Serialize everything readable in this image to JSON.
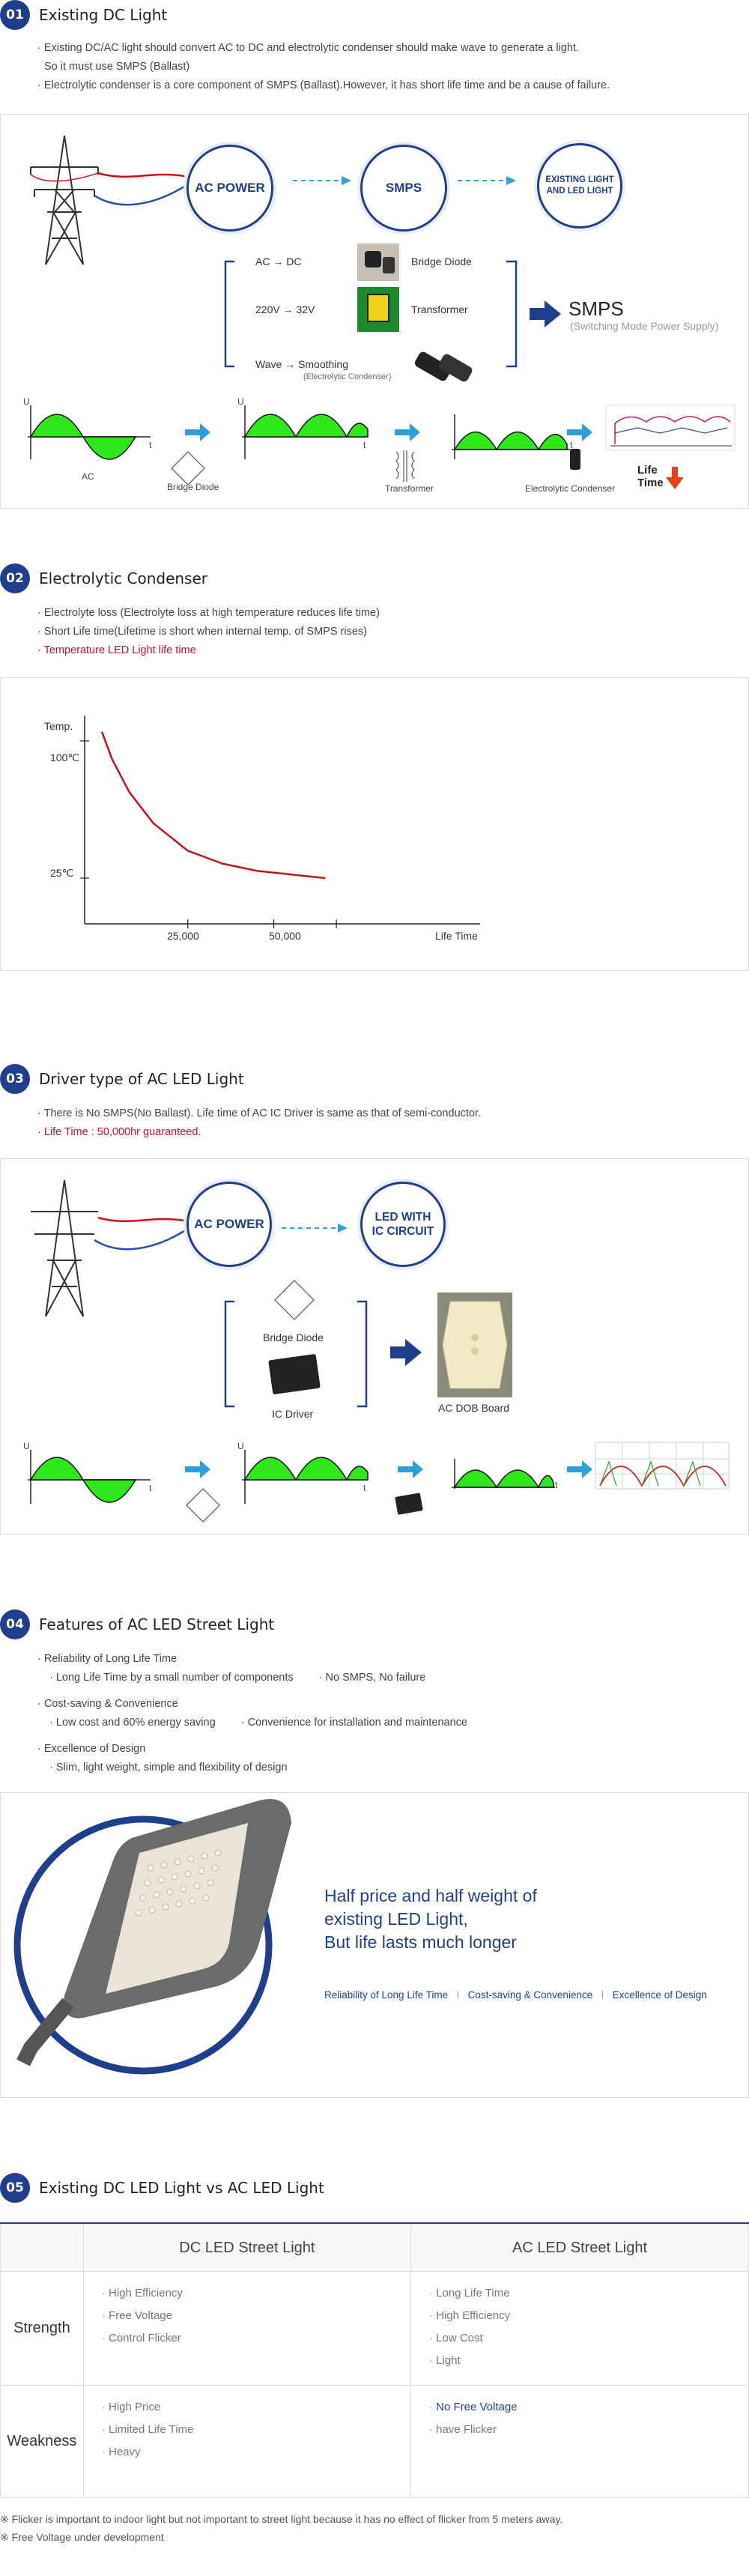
{
  "s1": {
    "num": "01",
    "title": "Existing DC Light",
    "bullets": [
      "Existing DC/AC light should convert AC to DC and electrolytic condenser should make wave to generate a light.",
      "So it must use SMPS (Ballast)",
      "Electrolytic condenser is a core component of SMPS (Ballast).However, it has short life time and be a cause of failure."
    ],
    "circles": {
      "ac_power": "AC POWER",
      "smps": "SMPS",
      "existing_line1": "EXISTING LIGHT",
      "existing_line2": "AND LED LIGHT"
    },
    "steps": [
      {
        "left": "AC → DC",
        "right": "Bridge Diode"
      },
      {
        "left": "220V → 32V",
        "right": "Transformer"
      },
      {
        "left": "Wave  → Smoothing",
        "right": ""
      }
    ],
    "step_sub": "(Electrolytic Condenser)",
    "smps_big": "SMPS",
    "smps_sub": "(Switching Mode Power Supply)",
    "wave_labels": {
      "u": "U",
      "t": "t",
      "ac": "AC",
      "bridge": "Bridge Diode",
      "transformer": "Transformer",
      "condenser": "Electrolytic Condenser",
      "life": "Life",
      "time": "Time"
    }
  },
  "s2": {
    "num": "02",
    "title": "Electrolytic Condenser",
    "bullets": [
      "Electrolyte loss (Electrolyte loss at high temperature reduces life time)",
      "Short Life time(Lifetime is short when internal temp. of SMPS rises)"
    ],
    "red_bullet": "Temperature LED Light life time",
    "chart": {
      "ylabel": "Temp.",
      "yticks": [
        "100℃",
        "25℃"
      ],
      "xticks": [
        "25,000",
        "50,000"
      ],
      "xlabel": "Life Time"
    }
  },
  "chart_data": {
    "type": "line",
    "title": "",
    "xlabel": "Life Time",
    "ylabel": "Temp.",
    "series": [
      {
        "x": [
          0,
          3000,
          8000,
          15000,
          25000,
          35000,
          45000,
          55000,
          60000,
          65000
        ],
        "y": [
          105,
          90,
          72,
          55,
          40,
          33,
          29,
          27,
          26,
          25
        ]
      }
    ],
    "xticks": [
      25000,
      50000
    ],
    "yticks": [
      25,
      100
    ],
    "xlim": [
      -5000,
      110000
    ],
    "ylim": [
      0,
      118
    ],
    "grid": false
  },
  "s3": {
    "num": "03",
    "title": "Driver type of AC LED Light",
    "bullet": "There is No SMPS(No Ballast). Life time of AC IC Driver is same as that of semi-conductor.",
    "red_bullet": "Life Time : 50,000hr guaranteed.",
    "circles": {
      "ac_power": "AC POWER",
      "led_line1": "LED WITH",
      "led_line2": "IC CIRCUIT"
    },
    "bridge": "Bridge Diode",
    "ic": "IC Driver",
    "dob": "AC DOB Board",
    "u": "U",
    "t": "t"
  },
  "s4": {
    "num": "04",
    "title": "Features of AC LED Street Light",
    "groups": [
      {
        "head": "Reliability of Long Life Time",
        "items": [
          "Long Life Time by a small number of components",
          "No SMPS, No failure"
        ]
      },
      {
        "head": "Cost-saving & Convenience",
        "items": [
          "Low cost and 60% energy saving",
          "Convenience for installation and maintenance"
        ]
      },
      {
        "head": "Excellence of Design",
        "items": [
          "Slim, light weight, simple and flexibility of design"
        ]
      }
    ],
    "promo": [
      "Half price and half weight of",
      "existing LED Light,",
      "But life lasts much longer"
    ],
    "tags": [
      "Reliability of Long Life Time",
      "Cost-saving & Convenience",
      "Excellence of Design"
    ],
    "sep": "l"
  },
  "s5": {
    "num": "05",
    "title": "Existing DC LED Light vs AC LED Light",
    "cols": [
      "DC LED Street Light",
      "AC LED Street Light"
    ],
    "rows": [
      {
        "head": "Strength",
        "dc": [
          "High Efficiency",
          "Free Voltage",
          "Control Flicker"
        ],
        "ac": [
          "Long Life Time",
          "High Efficiency",
          "Low Cost",
          "Light"
        ]
      },
      {
        "head": "Weakness",
        "dc": [
          "High Price",
          "Limited Life Time",
          "Heavy"
        ],
        "ac_blue": "No Free Voltage",
        "ac": [
          "have Flicker"
        ]
      }
    ],
    "notes": [
      "※ Flicker is important to indoor light but not important to street light because it has no effect of flicker from 5 meters away.",
      "※ Free Voltage under development"
    ]
  }
}
